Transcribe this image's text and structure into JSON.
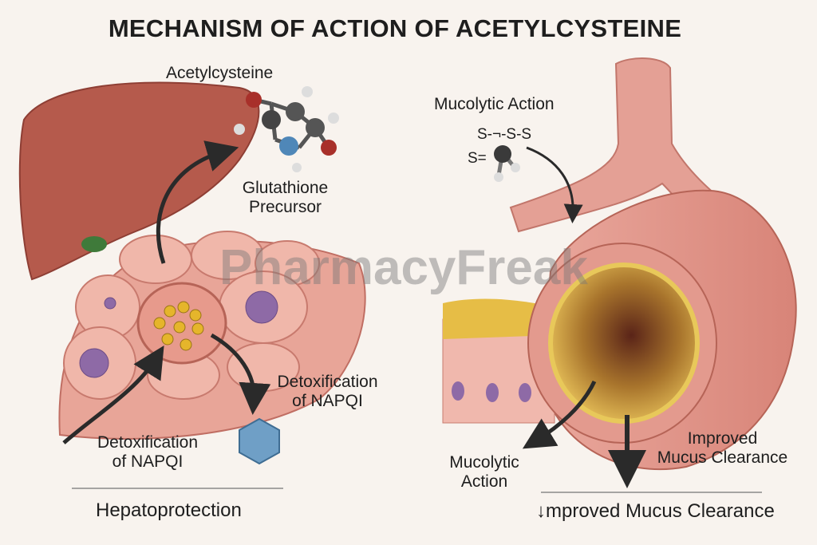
{
  "title": "MECHANISM OF ACTION OF ACETYLCYSTEINE",
  "watermark": "PharmacyFreak",
  "liver_panel": {
    "molecule_label": "Acetylcysteine",
    "precursor_label_line1": "Glutathione",
    "precursor_label_line2": "Precursor",
    "detox_right_line1": "Detoxification",
    "detox_right_line2": "of NAPQI",
    "detox_left_line1": "Detoxification",
    "detox_left_line2": "of NAPQI",
    "summary": "Hepatoprotection"
  },
  "airway_panel": {
    "mechanism_label": "Mucolytic Action",
    "bond_top": "S-¬-S-S",
    "bond_left": "S=",
    "arrow_left_line1": "Mucolytic",
    "arrow_left_line2": "Action",
    "arrow_down_line1": "Improved",
    "arrow_down_line2": "Mucus Clearance",
    "summary": "↓mproved Mucus Clearance"
  }
}
